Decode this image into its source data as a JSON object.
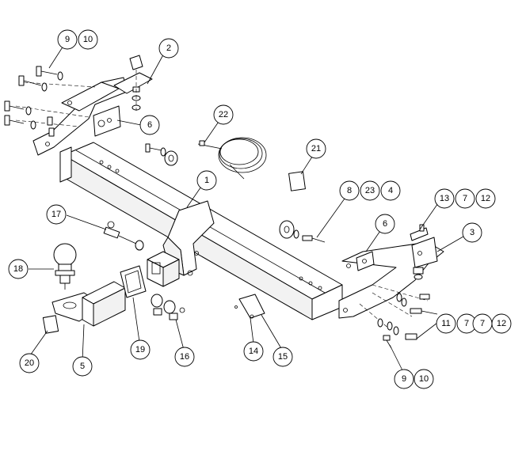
{
  "callouts": {
    "c9_top": "9",
    "c10_top": "10",
    "c2": "2",
    "c6_left": "6",
    "c22": "22",
    "c21": "21",
    "c1": "1",
    "c8": "8",
    "c23": "23",
    "c4": "4",
    "c13": "13",
    "c7_a": "7",
    "c12_a": "12",
    "c6_right": "6",
    "c3": "3",
    "c17": "17",
    "c18": "18",
    "c11": "11",
    "c7_b": "7",
    "c7_c": "7",
    "c12_b": "12",
    "c20": "20",
    "c5": "5",
    "c19": "19",
    "c16": "16",
    "c14": "14",
    "c15": "15",
    "c9_bot": "9",
    "c10_bot": "10"
  }
}
